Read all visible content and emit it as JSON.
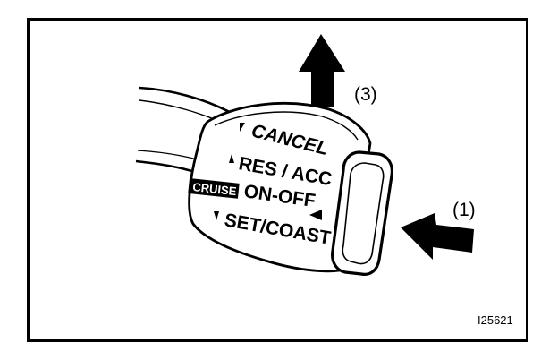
{
  "lever": {
    "cancel": "CANCEL",
    "res_acc": "RES / ACC",
    "cruise_badge": "CRUISE",
    "on_off": "ON-OFF",
    "set_coast": "SET/COAST"
  },
  "callouts": {
    "push": "(1)",
    "pull_up": "(3)"
  },
  "figure_id": "I25621",
  "colors": {
    "ink": "#000000",
    "paper": "#ffffff"
  }
}
